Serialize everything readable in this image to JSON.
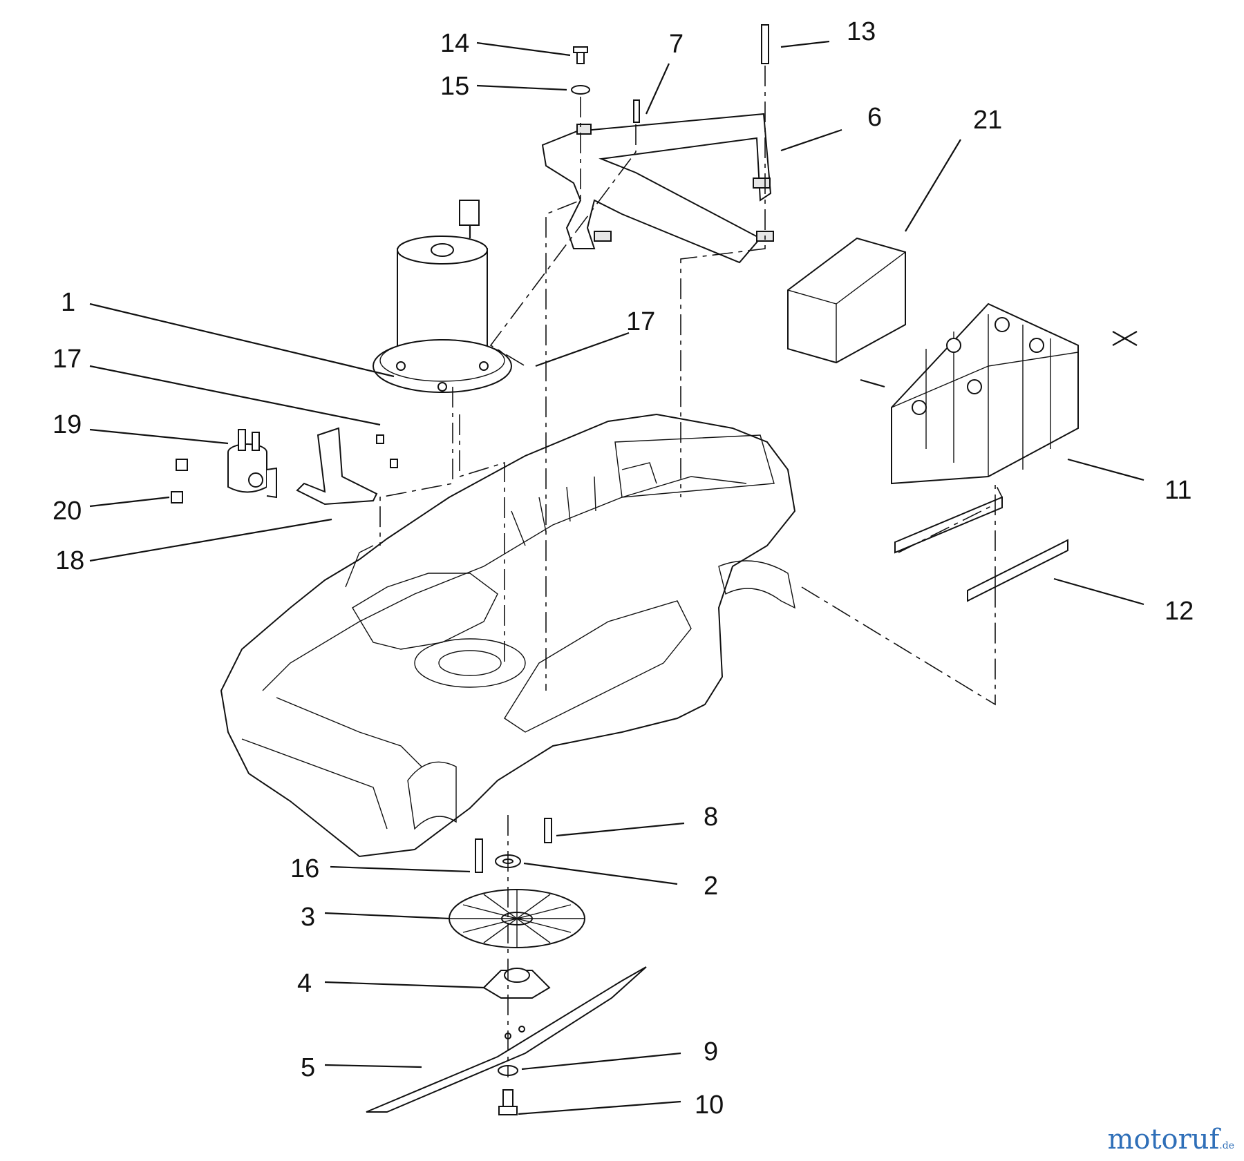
{
  "callouts": [
    {
      "id": "c14",
      "text": "14"
    },
    {
      "id": "c15",
      "text": "15"
    },
    {
      "id": "c7",
      "text": "7"
    },
    {
      "id": "c13",
      "text": "13"
    },
    {
      "id": "c6",
      "text": "6"
    },
    {
      "id": "c21",
      "text": "21"
    },
    {
      "id": "c1",
      "text": "1"
    },
    {
      "id": "c17a",
      "text": "17"
    },
    {
      "id": "c17b",
      "text": "17"
    },
    {
      "id": "c19",
      "text": "19"
    },
    {
      "id": "c20",
      "text": "20"
    },
    {
      "id": "c18",
      "text": "18"
    },
    {
      "id": "c11",
      "text": "11"
    },
    {
      "id": "c12",
      "text": "12"
    },
    {
      "id": "c8",
      "text": "8"
    },
    {
      "id": "c16",
      "text": "16"
    },
    {
      "id": "c2",
      "text": "2"
    },
    {
      "id": "c3",
      "text": "3"
    },
    {
      "id": "c4",
      "text": "4"
    },
    {
      "id": "c5",
      "text": "5"
    },
    {
      "id": "c9",
      "text": "9"
    },
    {
      "id": "c10",
      "text": "10"
    }
  ],
  "watermark": {
    "main": "motoruf",
    "suffix": ".de",
    "color": "#2f6fb8"
  }
}
